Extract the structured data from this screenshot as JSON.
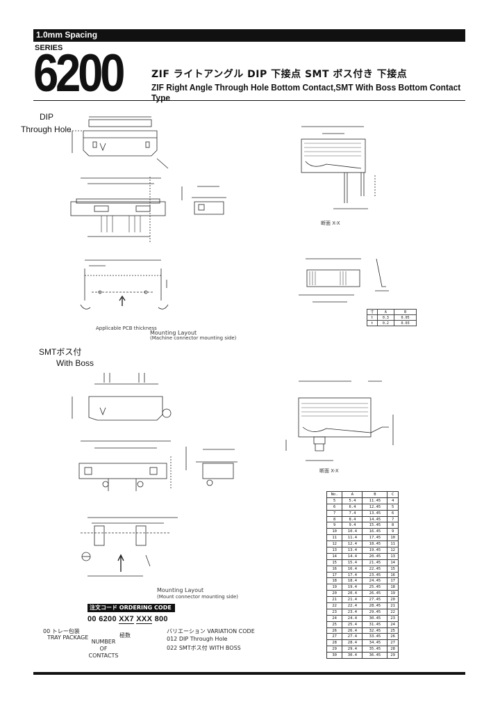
{
  "header": {
    "spacing": "1.0mm Spacing",
    "series_label": "SERIES",
    "series_number": "6200",
    "title_jp": "ZIF ライトアングル DIP 下接点 SMT ボス付き 下接点",
    "title_en": "ZIF Right Angle Through Hole Bottom Contact,SMT With Boss Bottom Contact Type"
  },
  "sections": {
    "dip_label_1": "DIP",
    "dip_label_2": "Through Hole",
    "smt_label_1": "SMTボス付",
    "smt_label_2": "With Boss"
  },
  "captions": {
    "mounting_layout_1": "Mounting Layout",
    "mounting_layout_note_1": "(Machine connector mounting side)",
    "applicable_pcb": "Applicable PCB thickness",
    "mounting_layout_2": "Mounting Layout",
    "mounting_layout_note_2": "(Mount connector mounting side)"
  },
  "ordering": {
    "header": "注文コード ORDERING CODE",
    "code_parts": [
      "00",
      "6200",
      "XX7",
      "XXX",
      "800"
    ],
    "prefix_jp": "00  トレー包装",
    "tray_package": "TRAY PACKAGE",
    "contacts_jp": "極数",
    "number_of_contacts": "NUMBER\nOF\nCONTACTS",
    "variation_label": "バリエーション VARIATION CODE",
    "variation_1": "012  DIP Through Hole",
    "variation_2": "022  SMTボス付 WITH BOSS"
  },
  "dim_table": {
    "headers": [
      "No.",
      "A",
      "B",
      "C"
    ],
    "rows": [
      [
        "5",
        "5.4",
        "11.45",
        "4"
      ],
      [
        "6",
        "6.4",
        "12.45",
        "5"
      ],
      [
        "7",
        "7.4",
        "13.45",
        "6"
      ],
      [
        "8",
        "8.4",
        "14.45",
        "7"
      ],
      [
        "9",
        "9.4",
        "15.45",
        "8"
      ],
      [
        "10",
        "10.4",
        "16.45",
        "9"
      ],
      [
        "11",
        "11.4",
        "17.45",
        "10"
      ],
      [
        "12",
        "12.4",
        "18.45",
        "11"
      ],
      [
        "13",
        "13.4",
        "19.45",
        "12"
      ],
      [
        "14",
        "14.4",
        "20.45",
        "13"
      ],
      [
        "15",
        "15.4",
        "21.45",
        "14"
      ],
      [
        "16",
        "16.4",
        "22.45",
        "15"
      ],
      [
        "17",
        "17.4",
        "23.45",
        "16"
      ],
      [
        "18",
        "18.4",
        "24.45",
        "17"
      ],
      [
        "19",
        "19.4",
        "25.45",
        "18"
      ],
      [
        "20",
        "20.4",
        "26.45",
        "19"
      ],
      [
        "21",
        "21.4",
        "27.45",
        "20"
      ],
      [
        "22",
        "22.4",
        "28.45",
        "21"
      ],
      [
        "23",
        "23.4",
        "29.45",
        "22"
      ],
      [
        "24",
        "24.4",
        "30.45",
        "23"
      ],
      [
        "25",
        "25.4",
        "31.45",
        "24"
      ],
      [
        "26",
        "26.4",
        "32.45",
        "25"
      ],
      [
        "27",
        "27.4",
        "33.45",
        "26"
      ],
      [
        "28",
        "28.4",
        "34.45",
        "27"
      ],
      [
        "29",
        "29.4",
        "35.45",
        "28"
      ],
      [
        "30",
        "30.4",
        "36.45",
        "29"
      ]
    ]
  }
}
